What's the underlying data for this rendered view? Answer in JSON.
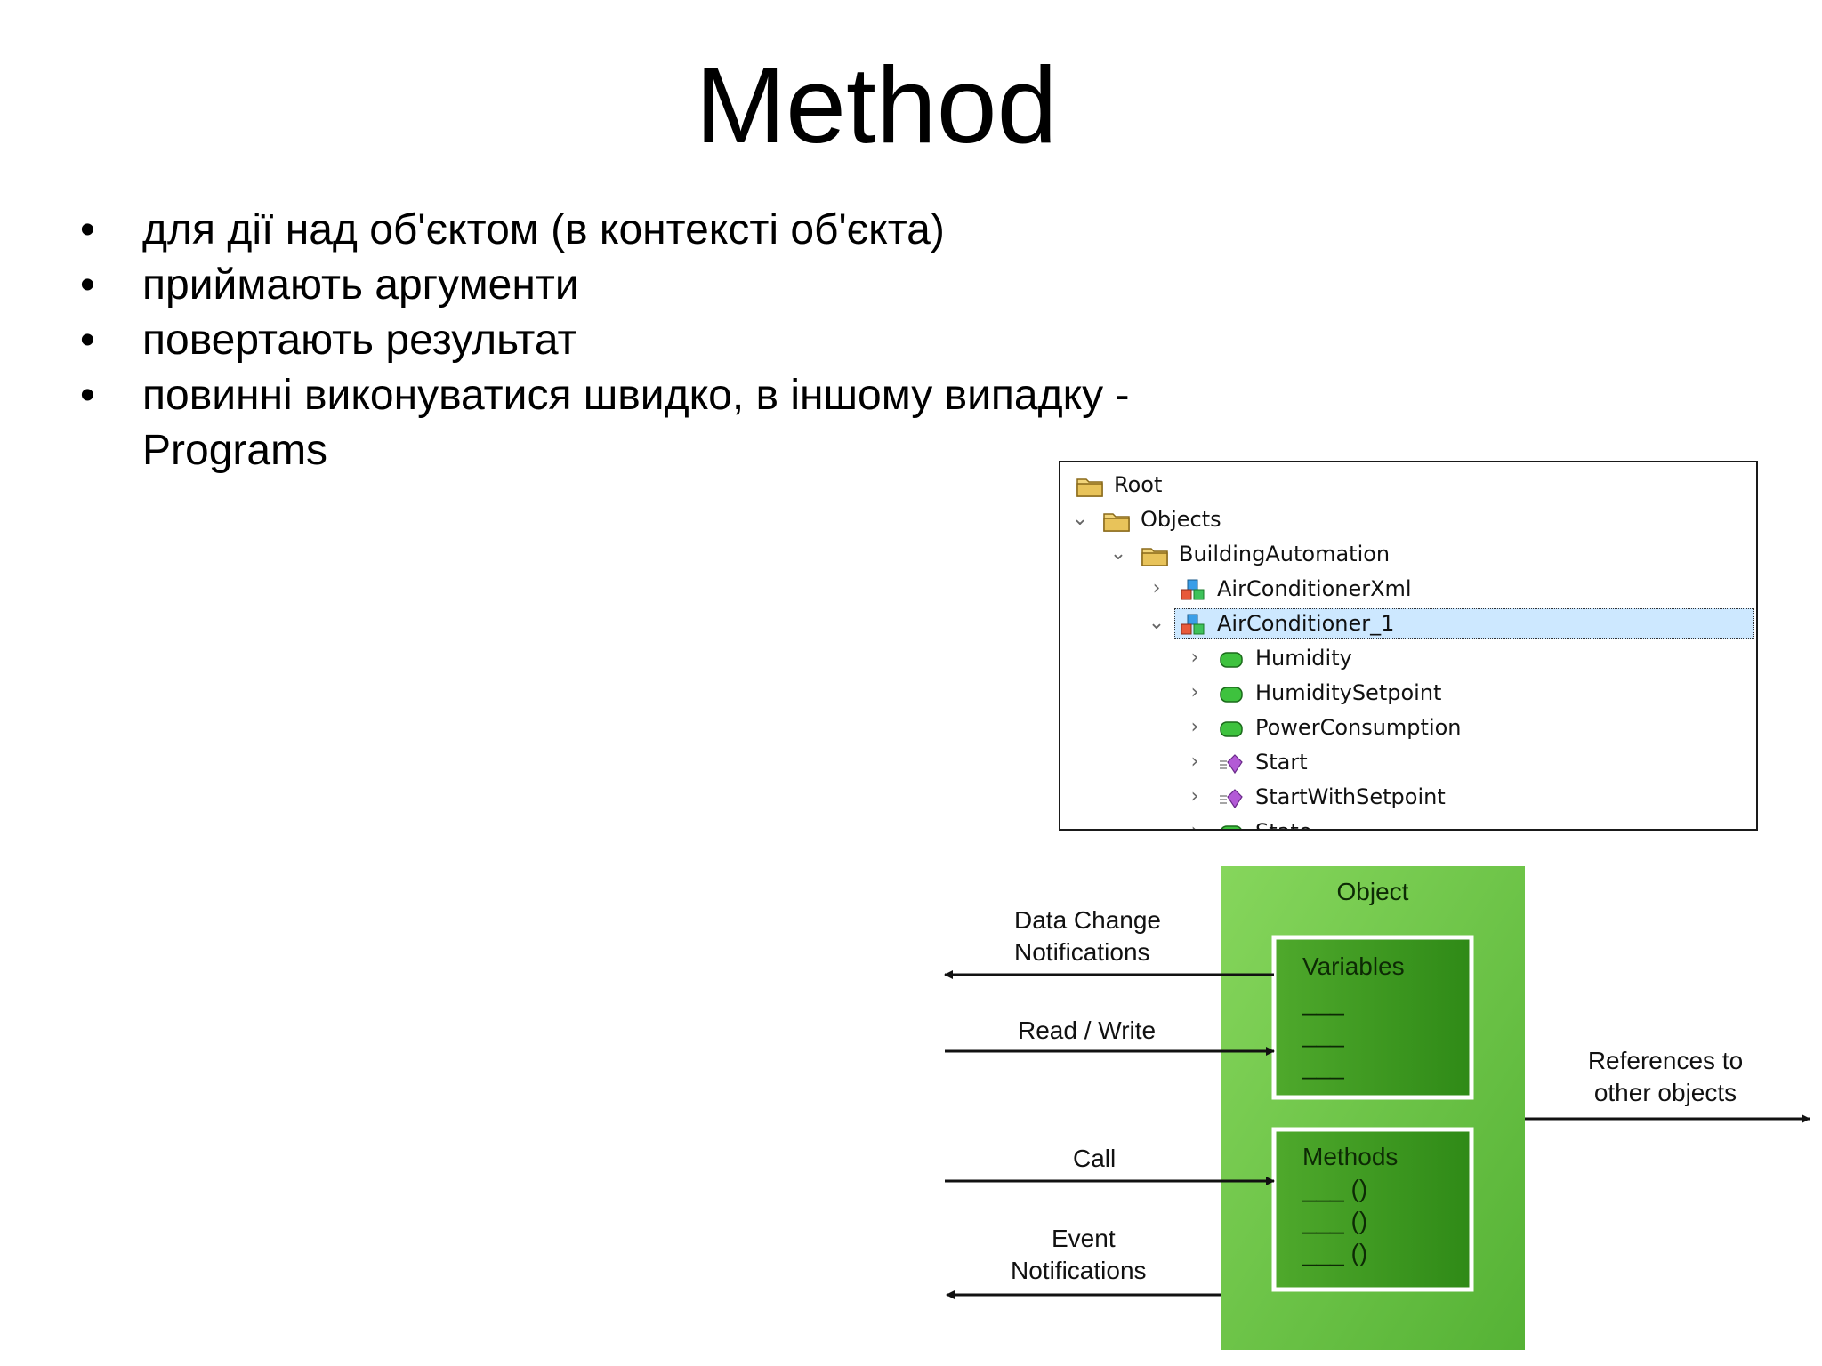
{
  "slide": {
    "title": "Method",
    "bullets": [
      "для дії над об'єктом (в контексті об'єкта)",
      "приймають аргументи",
      "повертають результат",
      "повинні виконуватися швидко, в іншому випадку -\nPrograms"
    ],
    "bullet_glyph": "•"
  },
  "tree": {
    "items": [
      {
        "label": "Root",
        "icon": "folder-icon",
        "expander": ""
      },
      {
        "label": "Objects",
        "icon": "folder-icon",
        "expander": "⌄"
      },
      {
        "label": "BuildingAutomation",
        "icon": "folder-icon",
        "expander": "⌄"
      },
      {
        "label": "AirConditionerXml",
        "icon": "object-icon",
        "expander": "›"
      },
      {
        "label": "AirConditioner_1",
        "icon": "object-icon",
        "expander": "⌄"
      },
      {
        "label": "Humidity",
        "icon": "variable-icon",
        "expander": "›"
      },
      {
        "label": "HumiditySetpoint",
        "icon": "variable-icon",
        "expander": "›"
      },
      {
        "label": "PowerConsumption",
        "icon": "variable-icon",
        "expander": "›"
      },
      {
        "label": "Start",
        "icon": "method-icon",
        "expander": "›"
      },
      {
        "label": "StartWithSetpoint",
        "icon": "method-icon",
        "expander": "›"
      },
      {
        "label": "State",
        "icon": "variable-icon",
        "expander": "›"
      }
    ],
    "selected_index": 4,
    "colors": {
      "selection": "#cde8ff",
      "folder": "#e8c35a",
      "variable": "#3ec23e",
      "method": "#b35ad6"
    }
  },
  "diagram": {
    "object_label": "Object",
    "variables_label": "Variables",
    "variables_lines": [
      "___",
      "___",
      "___"
    ],
    "methods_label": "Methods",
    "methods_lines": [
      "___ ()",
      "___ ()",
      "___ ()"
    ],
    "arrows": {
      "data_change": [
        "Data Change",
        "Notifications"
      ],
      "read_write": "Read / Write",
      "call": "Call",
      "event": [
        "Event",
        "Notifications"
      ],
      "references": [
        "References to",
        "other objects"
      ]
    },
    "colors": {
      "object_light": "#7fcf55",
      "object_dark": "#3f9a22",
      "border": "#ffffff"
    }
  }
}
